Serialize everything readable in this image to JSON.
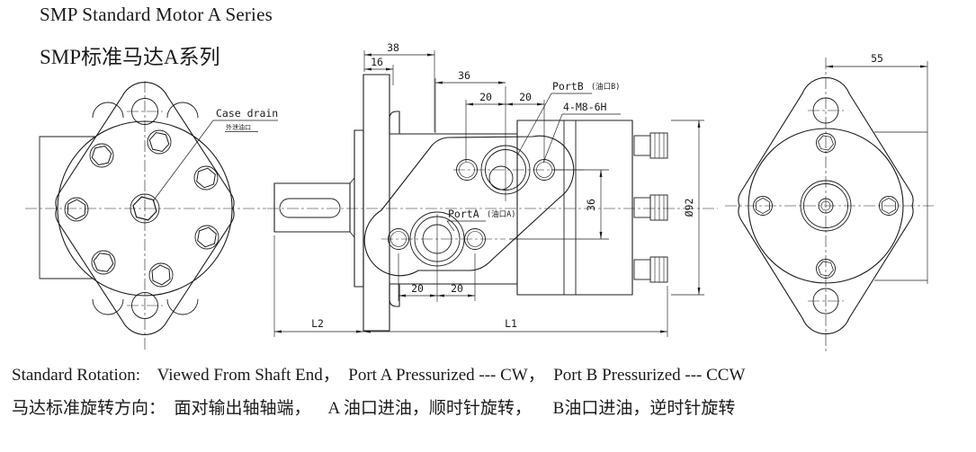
{
  "title": {
    "en": "SMP Standard Motor A Series",
    "zh": "SMP标准马达A系列"
  },
  "labels": {
    "case_drain_en": "Case drain",
    "case_drain_zh": "外泄油口",
    "port_b_en": "PortB",
    "port_b_zh": "(油口B)",
    "thread_spec": "4-M8-6H",
    "port_a_en": "PortA",
    "port_a_zh": "(油口A)"
  },
  "dimensions": {
    "d38": "38",
    "d16": "16",
    "d36_top": "36",
    "d20": "20",
    "d36_side": "36",
    "d92": "Ø92",
    "l2": "L2",
    "l1": "L1",
    "d55": "55"
  },
  "notes": {
    "rotation_en": "Standard Rotation:    Viewed From Shaft End，  Port A Pressurized --- CW，  Port B Pressurized --- CCW",
    "rotation_zh": "马达标准旋转方向：  面对输出轴轴端，    A 油口进油，顺时针旋转，     B油口进油，逆时针旋转"
  },
  "colors": {
    "line": "#1c1c1c",
    "background": "#ffffff"
  }
}
